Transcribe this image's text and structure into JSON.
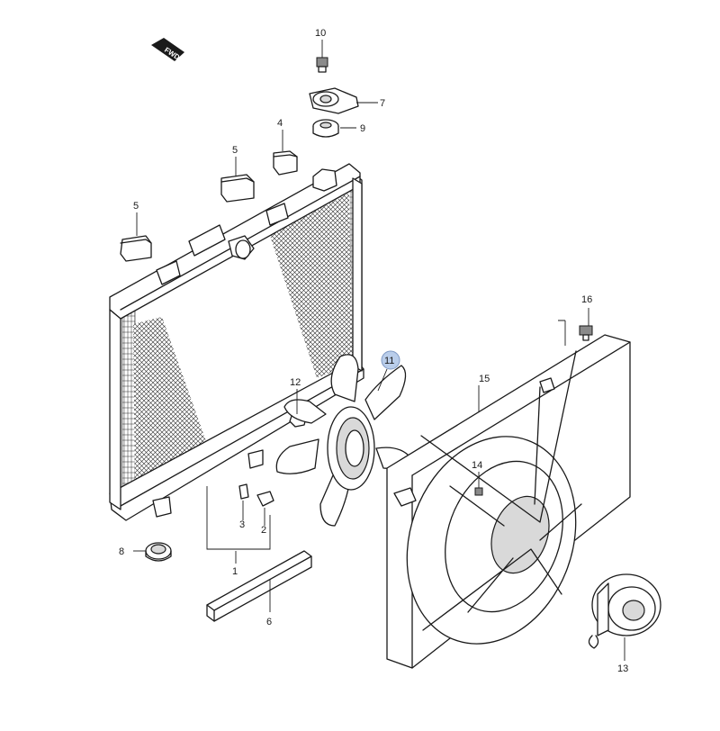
{
  "front_arrow": {
    "label": "FWD"
  },
  "callouts": [
    {
      "id": "c1",
      "number": "1"
    },
    {
      "id": "c2",
      "number": "2"
    },
    {
      "id": "c3",
      "number": "3"
    },
    {
      "id": "c4",
      "number": "4"
    },
    {
      "id": "c5a",
      "number": "5"
    },
    {
      "id": "c5b",
      "number": "5"
    },
    {
      "id": "c6",
      "number": "6"
    },
    {
      "id": "c7",
      "number": "7"
    },
    {
      "id": "c8",
      "number": "8"
    },
    {
      "id": "c9",
      "number": "9"
    },
    {
      "id": "c10",
      "number": "10"
    },
    {
      "id": "c11",
      "number": "11",
      "highlighted": true,
      "highlight_color": "#b9cdea"
    },
    {
      "id": "c12",
      "number": "12"
    },
    {
      "id": "c13",
      "number": "13"
    },
    {
      "id": "c14",
      "number": "14"
    },
    {
      "id": "c15",
      "number": "15"
    },
    {
      "id": "c16",
      "number": "16"
    }
  ],
  "colors": {
    "line": "#1a1a1a",
    "highlight": "#b9cdea",
    "background": "#ffffff"
  }
}
